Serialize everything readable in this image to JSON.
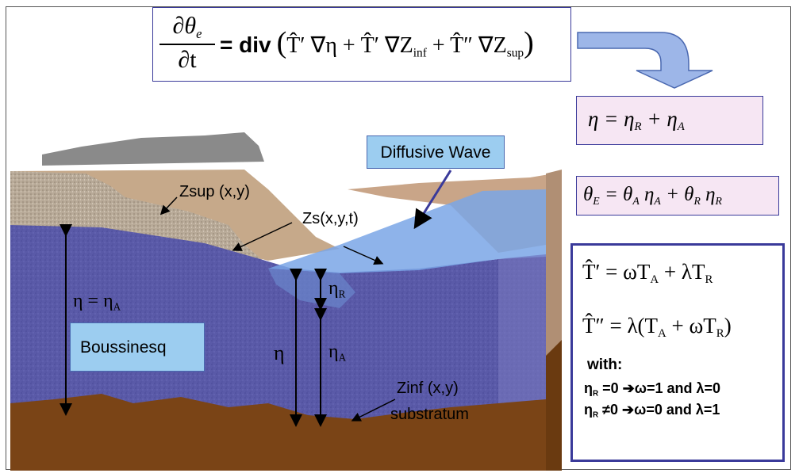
{
  "main_equation": {
    "lhs_numerator": "∂θ",
    "lhs_numerator_sub": "e",
    "lhs_denominator": "∂t",
    "equals_div": "= div",
    "term1": "T̂′ ∇η",
    "plus1": "+",
    "term2": "T̂′ ∇Z",
    "term2_sub": "inf",
    "plus2": "+",
    "term3": "T̂″ ∇Z",
    "term3_sub": "sup"
  },
  "eq_eta": {
    "lhs": "η = η",
    "sub_r": "R",
    "plus": "+ η",
    "sub_a": "A"
  },
  "eq_theta": {
    "lhs": "θ",
    "lhs_sub": "E",
    "eq": "= θ",
    "sub_a1": "A",
    "eta_a": "η",
    "sub_a2": "A",
    "plus": "+ θ",
    "sub_r1": "R",
    "eta_r": "η",
    "sub_r2": "R"
  },
  "transmissivity_box": {
    "t1_lhs": "T̂′ = ωT",
    "t1_sub_a": "A",
    "t1_plus": "+ λT",
    "t1_sub_r": "R",
    "t2_lhs": "T̂″ = λ(T",
    "t2_sub_a": "A",
    "t2_plus": "+ ωT",
    "t2_sub_r": "R",
    "t2_close": ")",
    "with": "with:",
    "cond1_eta": "η",
    "cond1_sub": "R",
    "cond1_rest": "=0 ➔ω=1 and  λ=0",
    "cond2_eta": "η",
    "cond2_sub": "R",
    "cond2_rest": "≠0 ➔ω=0 and  λ=1"
  },
  "labels": {
    "diffusive_wave": "Diffusive Wave",
    "boussinesq": "Boussinesq",
    "zsup": "Zsup (x,y)",
    "zs": "Zs(x,y,t)",
    "zinf": "Zinf (x,y)",
    "substratum": "substratum",
    "eta_eq_etaA": "η = η",
    "eta_eq_etaA_sub": "A",
    "eta": "η",
    "eta_R": "η",
    "eta_R_sub": "R",
    "eta_A": "η",
    "eta_A_sub": "A"
  },
  "colors": {
    "aquifer": "#5a5aa8",
    "bedrock": "#7a4416",
    "soil_surface": "#c9b39a",
    "river": "#7aa6e6",
    "label_box": "#9ccdf0",
    "pink_box": "#f6e6f3",
    "box_border": "#3a3a9a"
  }
}
